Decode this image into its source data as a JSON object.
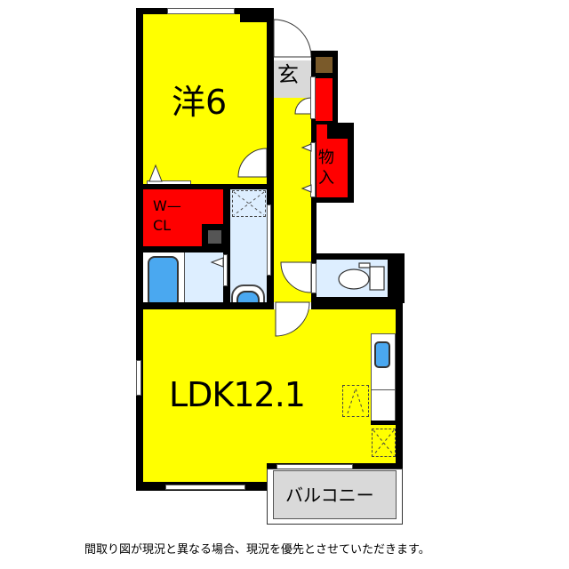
{
  "floorplan": {
    "rooms": {
      "western_room": {
        "label": "洋6",
        "type": "bedroom",
        "size_jo": 6
      },
      "entrance": {
        "label": "玄"
      },
      "storage": {
        "label_line1": "物",
        "label_line2": "入"
      },
      "walk_in_closet": {
        "label_line1": "W—",
        "label_line2": "CL"
      },
      "ldk": {
        "label": "LDK12.1",
        "size_jo": 12.1
      },
      "balcony": {
        "label": "バルコニー"
      }
    },
    "fixtures": [
      "bathtub",
      "washbasin",
      "washing-machine-space",
      "toilet",
      "kitchen-sink",
      "stove",
      "refrigerator-space",
      "shoe-cabinet"
    ],
    "colors": {
      "room": "#ffff00",
      "storage": "#ff0000",
      "entrance": "#d9d9d9",
      "wet_area": "#ddeeff",
      "fixture": "#4aa8f0",
      "balcony": "#d9d9d9",
      "wall": "#000000"
    }
  },
  "footer": {
    "disclaimer": "間取り図が現況と異なる場合、現況を優先とさせていただきます。"
  }
}
